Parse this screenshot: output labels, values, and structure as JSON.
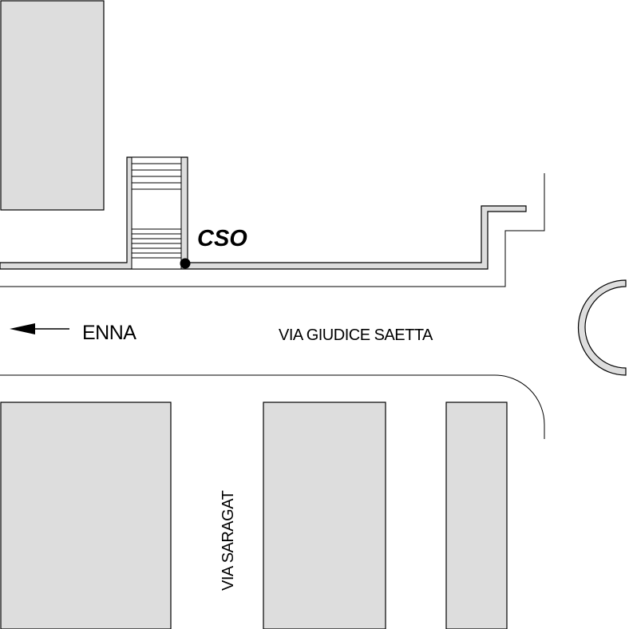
{
  "map": {
    "street_main": "VIA GIUDICE SAETTA",
    "street_side": "VIA SARAGAT",
    "direction_label": "ENNA",
    "marker_label": "CSO",
    "colors": {
      "building_fill": "#dddddd",
      "outline": "#000000",
      "background": "#ffffff"
    },
    "icons": [
      "arrow-left-icon",
      "location-dot-icon"
    ]
  }
}
